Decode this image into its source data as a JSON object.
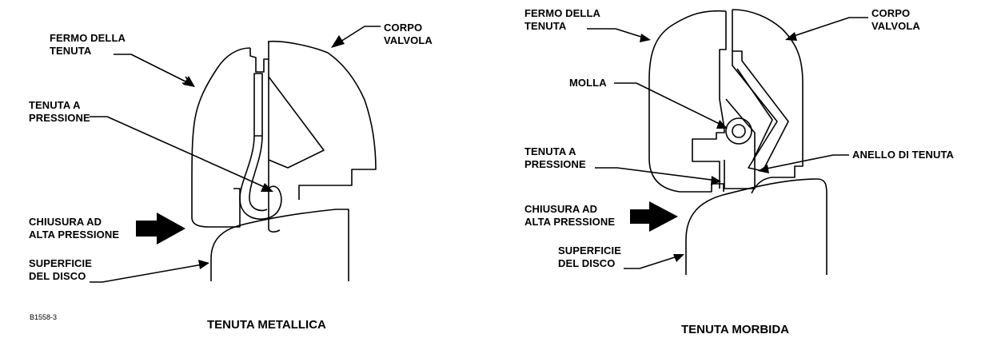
{
  "figure_code": "B1558-3",
  "metal_seal": {
    "caption": "TENUTA METALLICA",
    "labels": {
      "seal_retainer": [
        "FERMO DELLA",
        "TENUTA"
      ],
      "valve_body": [
        "CORPO",
        "VALVOLA"
      ],
      "pressure_seal": [
        "TENUTA A",
        "PRESSIONE"
      ],
      "high_pressure": [
        "CHIUSURA AD",
        "ALTA PRESSIONE"
      ],
      "disc_surface": [
        "SUPERFICIE",
        "DEL DISCO"
      ]
    }
  },
  "soft_seal": {
    "caption": "TENUTA MORBIDA",
    "labels": {
      "seal_retainer": [
        "FERMO DELLA",
        "TENUTA"
      ],
      "valve_body": [
        "CORPO",
        "VALVOLA"
      ],
      "spring": [
        "MOLLA"
      ],
      "seal_ring": [
        "ANELLO DI TENUTA"
      ],
      "pressure_seal": [
        "TENUTA A",
        "PRESSIONE"
      ],
      "high_pressure": [
        "CHIUSURA AD",
        "ALTA PRESSIONE"
      ],
      "disc_surface": [
        "SUPERFICIE",
        "DEL DISCO"
      ]
    }
  }
}
